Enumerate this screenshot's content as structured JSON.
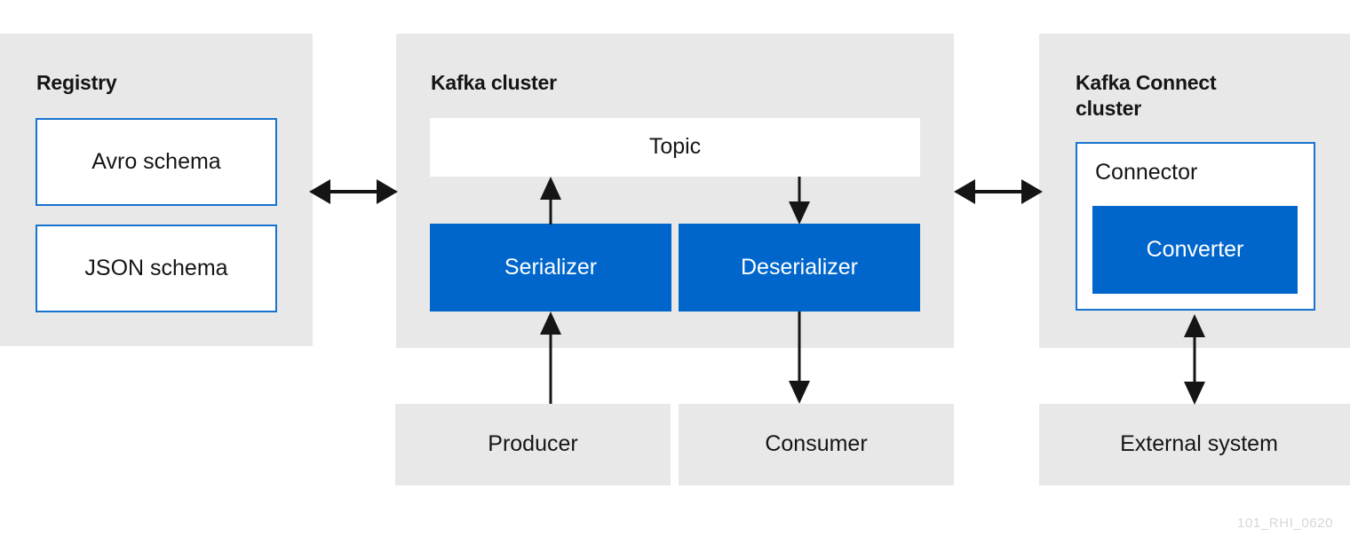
{
  "diagram": {
    "watermark": "101_RHI_0620",
    "colors": {
      "panel_bg": "#e8e8e8",
      "accent_blue": "#0066cc",
      "outline_blue": "#1773cf",
      "text": "#151515",
      "white": "#ffffff",
      "watermark": "#d7d7d7"
    },
    "panels": [
      {
        "key": "registry",
        "title": "Registry",
        "boxes": [
          {
            "key": "avro",
            "label": "Avro schema",
            "style": "outline"
          },
          {
            "key": "json",
            "label": "JSON schema",
            "style": "outline"
          }
        ]
      },
      {
        "key": "kafka_cluster",
        "title": "Kafka cluster",
        "boxes": [
          {
            "key": "topic",
            "label": "Topic",
            "style": "white"
          },
          {
            "key": "serializer",
            "label": "Serializer",
            "style": "blue"
          },
          {
            "key": "deserializer",
            "label": "Deserializer",
            "style": "blue"
          }
        ]
      },
      {
        "key": "kafka_connect_cluster",
        "title": "Kafka Connect\ncluster",
        "boxes": [
          {
            "key": "connector",
            "label": "Connector",
            "style": "outline"
          },
          {
            "key": "converter",
            "label": "Converter",
            "style": "blue"
          }
        ]
      }
    ],
    "external_boxes": [
      {
        "key": "producer",
        "label": "Producer",
        "style": "grey"
      },
      {
        "key": "consumer",
        "label": "Consumer",
        "style": "grey"
      },
      {
        "key": "external_system",
        "label": "External system",
        "style": "grey"
      }
    ],
    "arrows": [
      {
        "key": "registry-to-kafka",
        "direction": "both",
        "orientation": "horizontal"
      },
      {
        "key": "kafka-to-connect",
        "direction": "both",
        "orientation": "horizontal"
      },
      {
        "key": "serializer-to-topic",
        "direction": "up",
        "orientation": "vertical"
      },
      {
        "key": "topic-to-deserializer",
        "direction": "down",
        "orientation": "vertical"
      },
      {
        "key": "producer-to-serializer",
        "direction": "up",
        "orientation": "vertical"
      },
      {
        "key": "deserializer-to-consumer",
        "direction": "down",
        "orientation": "vertical"
      },
      {
        "key": "connector-to-external-system",
        "direction": "both",
        "orientation": "vertical"
      }
    ]
  }
}
